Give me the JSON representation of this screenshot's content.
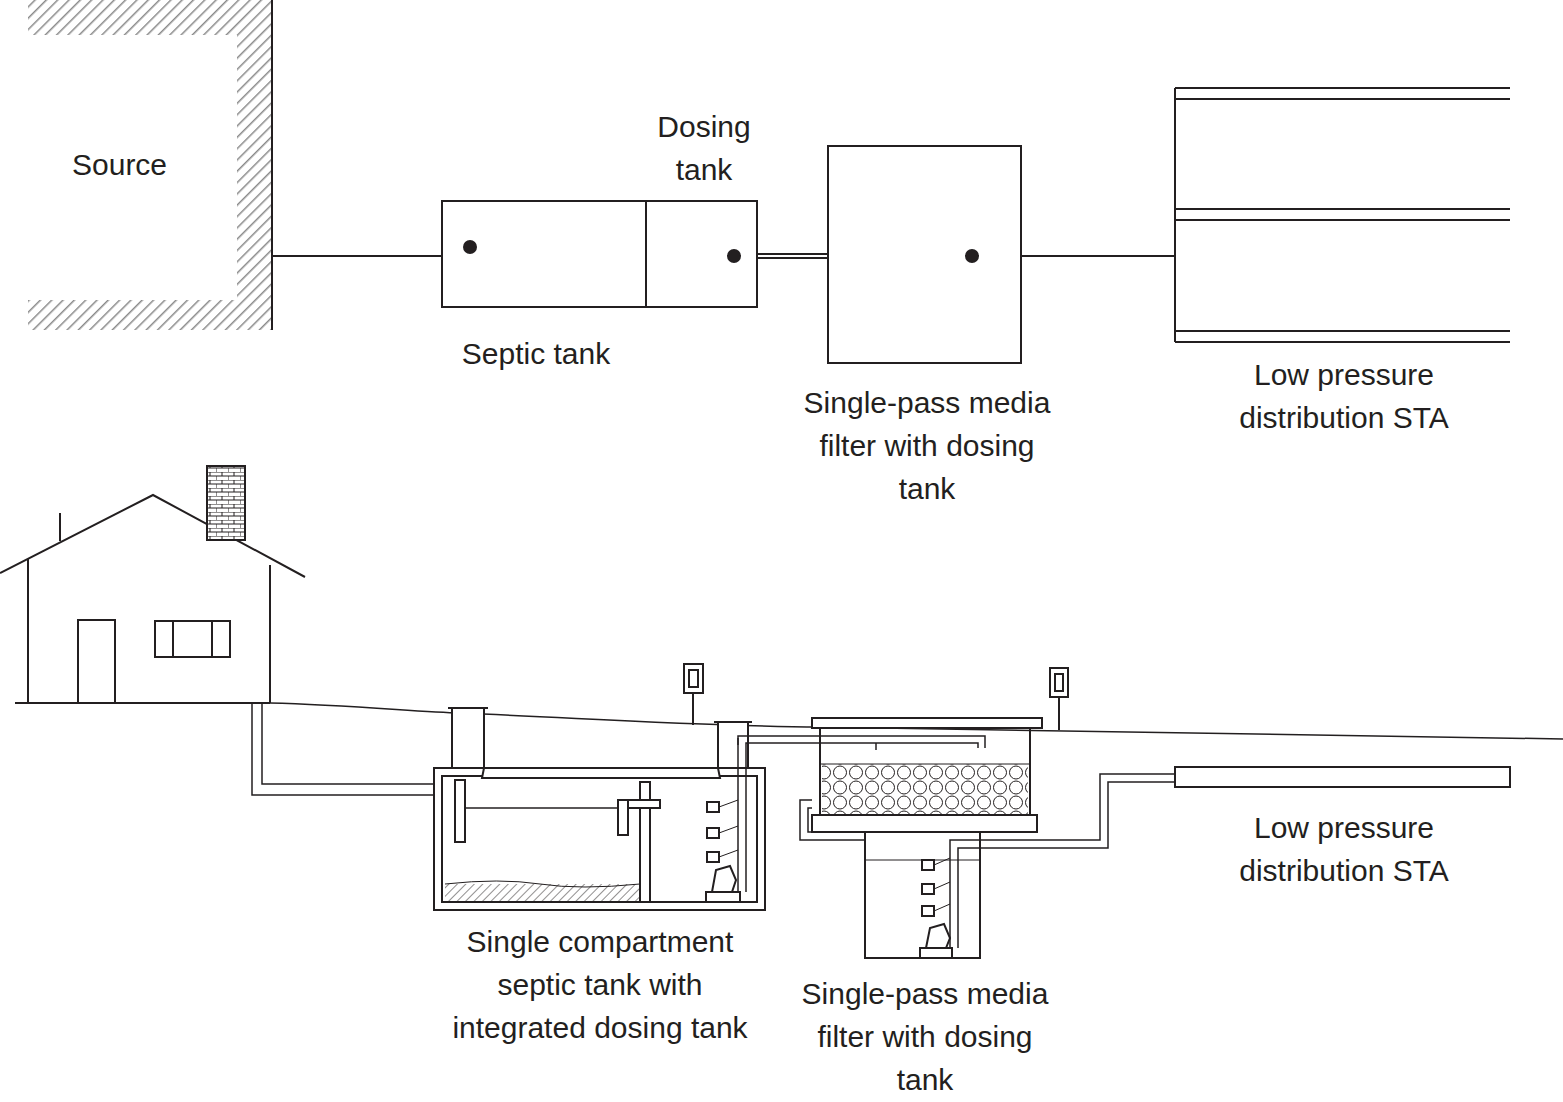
{
  "diagram": {
    "nodes": [
      {
        "text": [
          "Source"
        ]
      },
      {
        "text": [
          "Septic tank"
        ]
      },
      {
        "text": [
          "Dosing tank"
        ]
      },
      {
        "text": [
          "Single-pass media filter with dosing tank"
        ]
      },
      {
        "text": [
          "Low pressure distribution STA"
        ]
      }
    ],
    "edges": [
      {
        "from": 0,
        "to": 1,
        "arrow": "none"
      },
      {
        "from": 2,
        "to": 3,
        "arrow": "none"
      },
      {
        "from": 3,
        "to": 4,
        "arrow": "none"
      }
    ],
    "labels": [
      "Low pressure distribution STA",
      "Single compartment septic tank with integrated dosing tank",
      "Single-pass media filter with dosing tank"
    ]
  }
}
